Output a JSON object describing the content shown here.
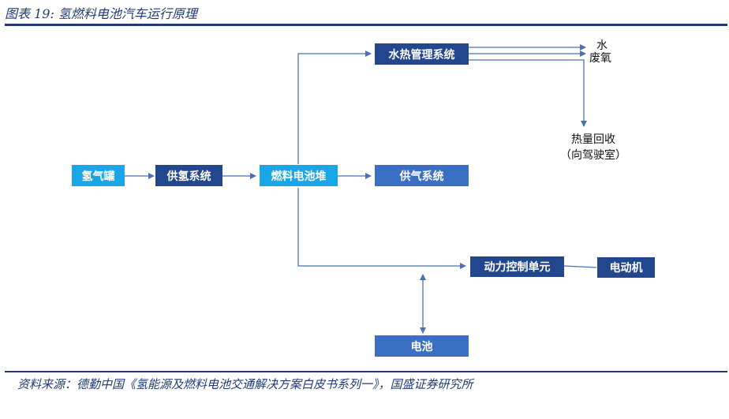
{
  "figure_title": "图表 19:  氢燃料电池汽车运行原理",
  "source_note": "资料来源：德勤中国《氢能源及燃料电池交通解决方案白皮书系列一》，国盛证券研究所",
  "nodes": {
    "hydrogen_tank": "氢气罐",
    "hydrogen_supply": "供氢系统",
    "fuel_cell_stack": "燃料电池堆",
    "water_thermal": "水热管理系统",
    "air_supply": "供气系统",
    "power_control": "动力控制单元",
    "motor": "电动机",
    "battery": "电池"
  },
  "outputs": {
    "water": "水",
    "exhaust_oxygen": "废氧",
    "heat_recovery_line1": "热量回收",
    "heat_recovery_line2": "（向驾驶室）"
  },
  "colors": {
    "primary_navy": "#22478f",
    "cyan": "#19a6e6",
    "blue": "#3b6fc4",
    "title": "#1f3b73",
    "connector": "#4a6fb5"
  }
}
